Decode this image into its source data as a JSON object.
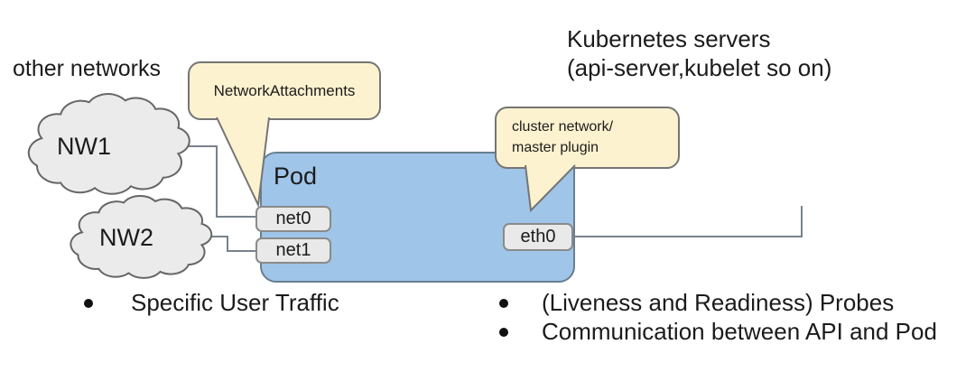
{
  "title_left": "other networks",
  "kubernetes_servers": {
    "line1": "Kubernetes servers",
    "line2": "(api-server,kubelet so on)"
  },
  "clouds": [
    {
      "label": "NW1"
    },
    {
      "label": "NW2"
    }
  ],
  "pod": {
    "label": "Pod",
    "interfaces": [
      {
        "label": "net0"
      },
      {
        "label": "net1"
      },
      {
        "label": "eth0"
      }
    ]
  },
  "callouts": [
    {
      "text": "NetworkAttachments"
    },
    {
      "line1": "cluster network/",
      "line2": "master plugin"
    }
  ],
  "bullets_left": [
    {
      "text": "Specific User Traffic"
    }
  ],
  "bullets_right": [
    {
      "text": "(Liveness and Readiness) Probes"
    },
    {
      "text": "Communication between API and Pod"
    }
  ],
  "colors": {
    "pod_fill": "#9fc5e8",
    "pod_border": "#687f91",
    "callout_fill": "#fdf2cf",
    "callout_border": "#757575",
    "box_fill": "#e9e9e9",
    "box_border": "#8a8a8a",
    "cloud_fill": "#ebebeb",
    "cloud_border": "#666666",
    "line": "#78828c",
    "text": "#1b1b1b"
  }
}
